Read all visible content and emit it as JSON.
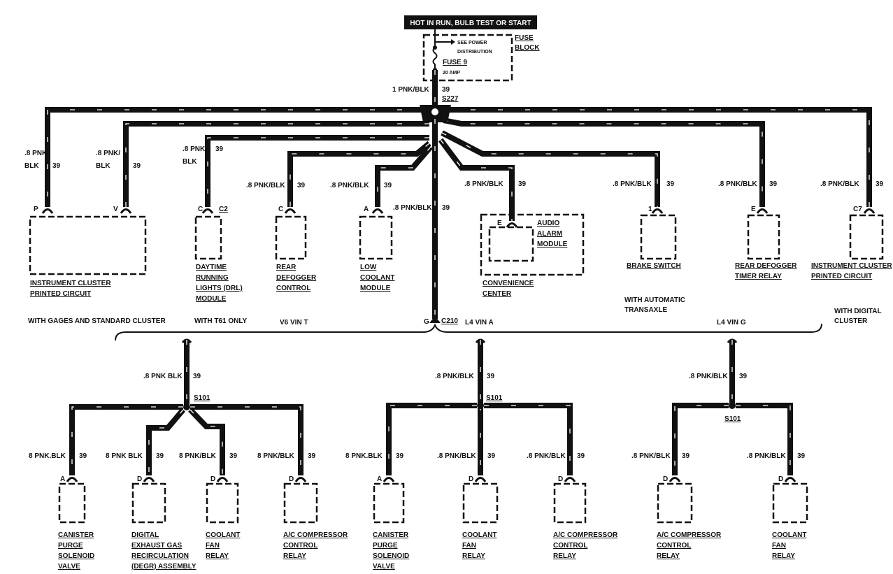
{
  "header": "HOT IN RUN, BULB TEST OR START",
  "fuse_block": {
    "label_lines": [
      "FUSE",
      "BLOCK"
    ],
    "see_lines": [
      "SEE POWER",
      "DISTRIBUTION"
    ],
    "fuse": "FUSE 9",
    "rating": "20 AMP"
  },
  "feed": {
    "wire": "1 PNK/BLK",
    "circuit": "39",
    "splice": "S227"
  },
  "top": [
    {
      "pin": "P",
      "wire_label": [
        ".8 PNK/",
        "BLK"
      ],
      "circuit": "39",
      "name": [
        "INSTRUMENT CLUSTER",
        "PRINTED CIRCUIT"
      ]
    },
    {
      "pin": "V",
      "wire_label": [
        ".8 PNK/",
        "BLK"
      ],
      "circuit": "39"
    },
    {
      "pin": "C",
      "connector": "C2",
      "wire_label": [
        ".8 PNK/",
        "BLK"
      ],
      "circuit": "39",
      "name": [
        "DAYTIME",
        "RUNNING",
        "LIGHTS (DRL)",
        "MODULE"
      ]
    },
    {
      "pin": "C",
      "wire_label": [
        ".8 PNK/BLK"
      ],
      "circuit": "39",
      "name": [
        "REAR",
        "DEFOGGER",
        "CONTROL"
      ]
    },
    {
      "pin": "A",
      "wire_label": [
        ".8 PNK/BLK"
      ],
      "circuit": "39",
      "name": [
        "LOW",
        "COOLANT",
        "MODULE"
      ]
    },
    {
      "pin": "E",
      "wire_label": [
        ".8 PNK/BLK"
      ],
      "circuit": "39",
      "name": [
        "AUDIO",
        "ALARM",
        "MODULE"
      ],
      "outer_name": [
        "CONVENIENCE",
        "CENTER"
      ]
    },
    {
      "pin": "1",
      "wire_label": [
        ".8 PNK/BLK"
      ],
      "circuit": "39",
      "name": [
        "BRAKE SWITCH"
      ]
    },
    {
      "pin": "E",
      "wire_label": [
        ".8 PNK/BLK"
      ],
      "circuit": "39",
      "name": [
        "REAR DEFOGGER",
        "TIMER RELAY"
      ]
    },
    {
      "pin": "C7",
      "wire_label": [
        ".8 PNK/BLK"
      ],
      "circuit": "39",
      "name": [
        "INSTRUMENT CLUSTER",
        "PRINTED CIRCUIT"
      ]
    }
  ],
  "center": {
    "wire": ".8 PNK/BLK",
    "circuit": "39",
    "pin": "G",
    "connector": "C210"
  },
  "notes": [
    [
      "WITH GAGES AND STANDARD CLUSTER"
    ],
    [
      "WITH T61 ONLY"
    ],
    [
      "V6 VIN T"
    ],
    [
      "L4 VIN A"
    ],
    [
      "WITH AUTOMATIC",
      "TRANSAXLE"
    ],
    [
      "L4 VIN G"
    ],
    [
      "WITH DIGITAL",
      "CLUSTER"
    ]
  ],
  "groups": [
    {
      "wire": ".8 PNK BLK",
      "circuit": "39",
      "splice": "S101",
      "branches": [
        {
          "pin": "A",
          "wire": "8 PNK.BLK",
          "circuit": "39",
          "name": [
            "CANISTER",
            "PURGE",
            "SOLENOID",
            "VALVE"
          ]
        },
        {
          "pin": "D",
          "wire": "8 PNK BLK",
          "circuit": "39",
          "name": [
            "DIGITAL",
            "EXHAUST GAS",
            "RECIRCULATION",
            "(DEGR) ASSEMBLY"
          ]
        },
        {
          "pin": "D",
          "wire": "8 PNK/BLK",
          "circuit": "39",
          "name": [
            "COOLANT",
            "FAN",
            "RELAY"
          ]
        },
        {
          "pin": "D",
          "wire": "8 PNK/BLK",
          "circuit": "39",
          "name": [
            "A/C COMPRESSOR",
            "CONTROL",
            "RELAY"
          ]
        }
      ]
    },
    {
      "wire": ".8 PNK/BLK",
      "circuit": "39",
      "splice": "S101",
      "branches": [
        {
          "pin": "A",
          "wire": "8 PNK.BLK",
          "circuit": "39",
          "name": [
            "CANISTER",
            "PURGE",
            "SOLENOID",
            "VALVE"
          ]
        },
        {
          "pin": "D",
          "wire": ".8 PNK/BLK",
          "circuit": "39",
          "name": [
            "COOLANT",
            "FAN",
            "RELAY"
          ]
        },
        {
          "pin": "D",
          "wire": ".8 PNK/BLK",
          "circuit": "39",
          "name": [
            "A/C COMPRESSOR",
            "CONTROL",
            "RELAY"
          ]
        }
      ]
    },
    {
      "wire": ".8 PNK/BLK",
      "circuit": "39",
      "splice": "S101",
      "branches": [
        {
          "pin": "D",
          "wire": ".8 PNK/BLK",
          "circuit": "39",
          "name": [
            "A/C COMPRESSOR",
            "CONTROL",
            "RELAY"
          ]
        },
        {
          "pin": "D",
          "wire": ".8 PNK/BLK",
          "circuit": "39",
          "name": [
            "COOLANT",
            "FAN",
            "RELAY"
          ]
        }
      ]
    }
  ]
}
